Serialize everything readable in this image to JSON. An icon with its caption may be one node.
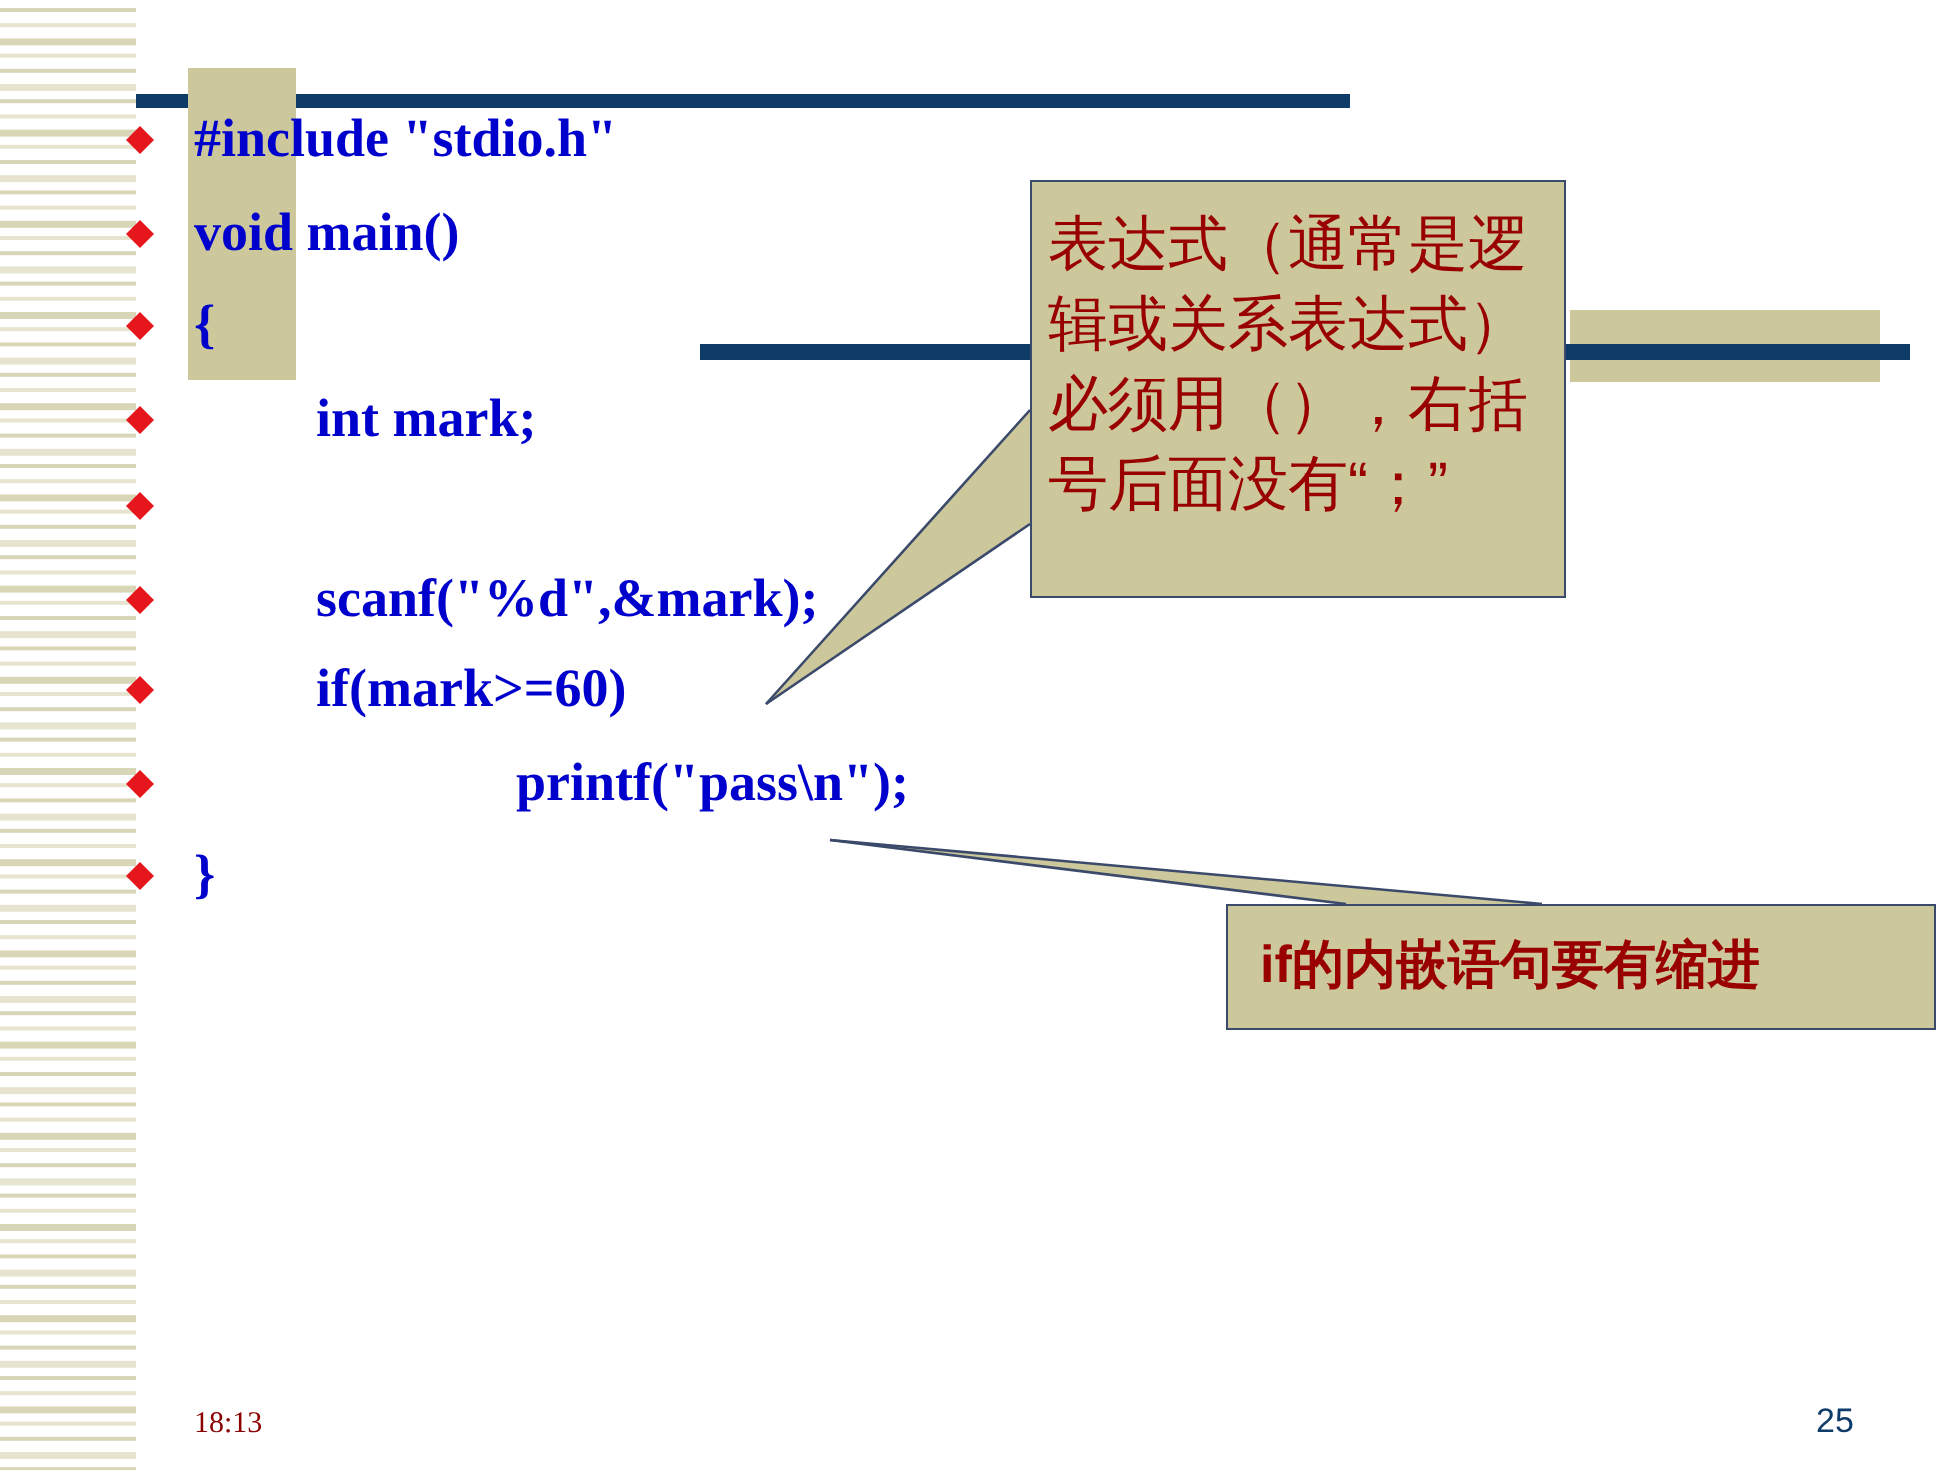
{
  "diagram": {
    "nodes": [
      {
        "text": [
          "表达式（通常是逻辑或关系表达式）必须用（），右括号后面没有“；”"
        ]
      },
      {
        "text": [
          "if的内嵌语句要有缩进"
        ]
      }
    ],
    "edges": [
      {
        "from": 0,
        "to": null,
        "arrow": "none"
      },
      {
        "from": 1,
        "to": null,
        "arrow": "none"
      }
    ],
    "labels": [
      "#include \"stdio.h\"",
      "void main()",
      "{",
      "int mark;",
      "scanf(\"%d\",&mark);",
      "if(mark>=60)",
      "printf(\"pass\\n\");",
      "}",
      "18:13",
      "25"
    ]
  }
}
